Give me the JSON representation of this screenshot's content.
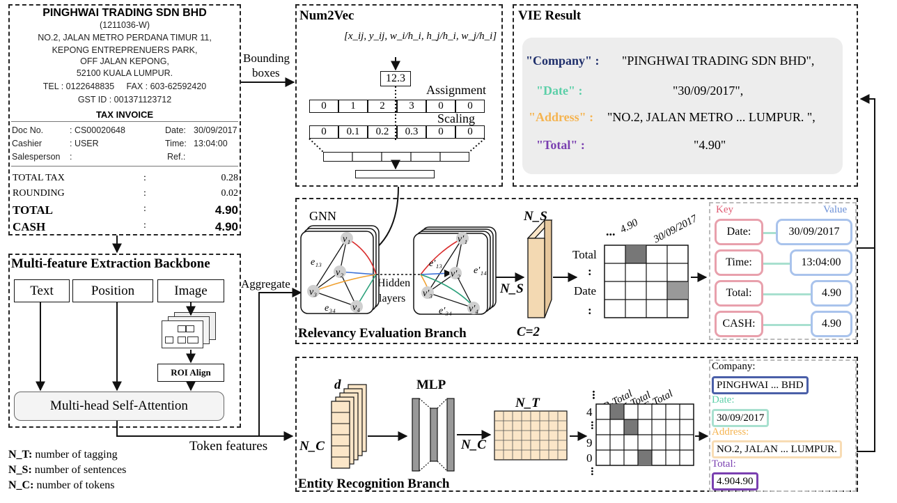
{
  "receipt": {
    "company": "PINGHWAI TRADING SDN BHD",
    "reg": "(1211036-W)",
    "addr1": "NO.2, JALAN METRO PERDANA TIMUR 11,",
    "addr2": "KEPONG ENTREPRENUERS PARK,",
    "addr3": "OFF JALAN KEPONG,",
    "addr4": "52100 KUALA LUMPUR.",
    "tel": "TEL : 0122648835     FAX : 603-62592420",
    "gst": "GST ID : 001371123712",
    "invoice_title": "TAX INVOICE",
    "doc_label": "Doc No.",
    "doc_value": ": CS00020648",
    "date_label": "Date:",
    "date_value": "30/09/2017",
    "cashier_label": "Cashier",
    "cashier_value": ": USER",
    "time_label": "Time:",
    "time_value": "13:04:00",
    "sales_label": "Salesperson",
    "sales_value": ":",
    "ref_label": "Ref.:",
    "totals": [
      {
        "label": "TOTAL TAX",
        "value": "0.28"
      },
      {
        "label": "ROUNDING",
        "value": "0.02"
      },
      {
        "label": "TOTAL",
        "value": "4.90"
      },
      {
        "label": "CASH",
        "value": "4.90"
      }
    ]
  },
  "backbone": {
    "title": "Multi-feature Extraction Backbone",
    "text": "Text",
    "position": "Position",
    "image": "Image",
    "roi": "ROI Align",
    "attention": "Multi-head Self-Attention"
  },
  "num2vec": {
    "title": "Num2Vec",
    "formula": "[x_ij, y_ij, w_i/h_i, h_j/h_i, w_j/h_i]",
    "value": "12.3",
    "assignment": "Assignment",
    "scaling": "Scaling",
    "row1": [
      "0",
      "1",
      "2",
      "3",
      "0",
      "0"
    ],
    "row2": [
      "0",
      "0.1",
      "0.2",
      "0.3",
      "0",
      "0"
    ]
  },
  "vie": {
    "title": "VIE Result",
    "rows": [
      {
        "key": "\"Company\" :",
        "value": "\"PINGHWAI TRADING SDN BHD\",",
        "color": "#1f2f6b"
      },
      {
        "key": "\"Date\" :",
        "value": "\"30/09/2017\",",
        "color": "#5ccfa8"
      },
      {
        "key": "\"Address\" :",
        "value": "\"NO.2, JALAN METRO ... LUMPUR. \",",
        "color": "#f5b451"
      },
      {
        "key": "\"Total\" :",
        "value": "\"4.90\"",
        "color": "#7a3fb0"
      }
    ]
  },
  "arrows": {
    "bounding_boxes_1": "Bounding",
    "bounding_boxes_2": "boxes",
    "aggregate": "Aggregate",
    "token_features": "Token features",
    "hidden_1": "Hidden",
    "hidden_2": "layers"
  },
  "relevancy": {
    "title": "Relevancy Evaluation Branch",
    "gnn": "GNN",
    "ns_top": "N_S",
    "ns_side": "N_S",
    "c2": "C=2",
    "col_labels": [
      "...",
      "4.90",
      "30/09/2017"
    ],
    "row_labels": [
      "Total",
      ":",
      "Date",
      ":"
    ],
    "key_label": "Key",
    "value_label": "Value",
    "pairs": [
      {
        "key": "Date:",
        "value": "30/09/2017"
      },
      {
        "key": "Time:",
        "value": "13:04:00"
      },
      {
        "key": "Total:",
        "value": "4.90"
      },
      {
        "key": "CASH:",
        "value": "4.90"
      }
    ],
    "key_color": "#e8a0ac",
    "value_color": "#a9c3ec",
    "link_color": "#a8e0cf"
  },
  "entity": {
    "title": "Entity Recognition Branch",
    "d": "d",
    "nc1": "N_C",
    "mlp": "MLP",
    "nt": "N_T",
    "nc2": "N_C",
    "tag_labels": [
      "...",
      "B-Total",
      "I-Total",
      "E-Total"
    ],
    "row_labels": [
      "4",
      "...",
      "9",
      "0",
      "..."
    ],
    "results": [
      {
        "label": "Company:",
        "value": "PINGHWAI ... BHD",
        "color": "#4a5fa8",
        "label_color": "#000000"
      },
      {
        "label": "Date:",
        "value": "30/09/2017",
        "color": "#a8e0cf",
        "label_color": "#5ccfa8"
      },
      {
        "label": "Address:",
        "value": "NO.2, JALAN ... LUMPUR.",
        "color": "#f8dcb4",
        "label_color": "#f5b451"
      },
      {
        "label": "Total:",
        "value": "4.904.90",
        "color": "#7a3fb0",
        "label_color": "#7a3fb0"
      }
    ]
  },
  "legend": [
    {
      "key": "N_T:",
      "text": "number of tagging"
    },
    {
      "key": "N_S:",
      "text": "number of sentences"
    },
    {
      "key": "N_C:",
      "text": "number of tokens"
    }
  ]
}
